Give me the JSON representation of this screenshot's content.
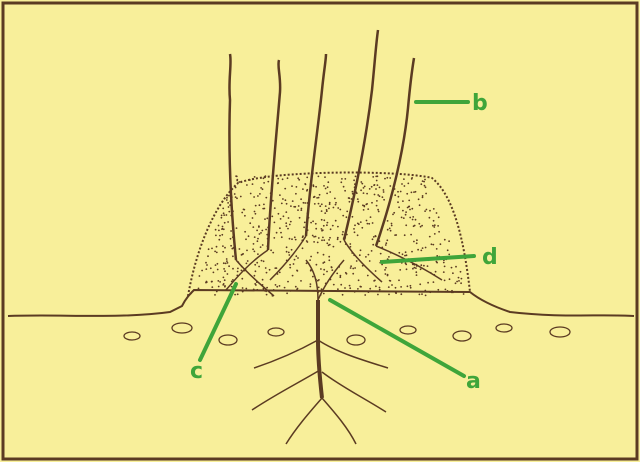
{
  "colors": {
    "background": "#f8ef9a",
    "ink": "#5b3b22",
    "label_green": "#3fa53a"
  },
  "labels": {
    "a": "a",
    "b": "b",
    "c": "c",
    "d": "d"
  }
}
